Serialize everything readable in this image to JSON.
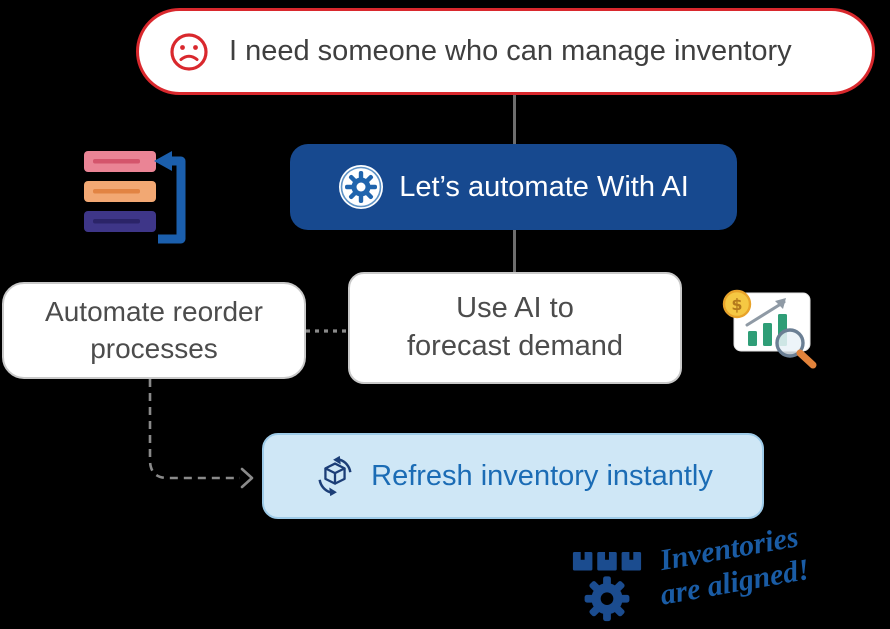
{
  "colors": {
    "background": "#000000",
    "problem_border": "#d9282d",
    "problem_text": "#3f3f3f",
    "solution_bg": "#17498f",
    "solution_text": "#ffffff",
    "node_text": "#4c4c4c",
    "node_border": "#c9c9c9",
    "refresh_bg": "#cfe7f6",
    "refresh_border": "#9ecbe8",
    "refresh_text": "#1b6cb5",
    "handwriting": "#1a5ca5",
    "connector": "#6e6e6e",
    "dashed": "#8a8a8a"
  },
  "nodes": {
    "problem": {
      "text": "I need someone who can manage inventory",
      "icon": "sad-face-icon"
    },
    "solution": {
      "text": "Let’s automate With AI",
      "icon": "ai-gear-icon"
    },
    "reorder": {
      "line1": "Automate reorder",
      "line2": "processes"
    },
    "forecast": {
      "line1": "Use AI to",
      "line2": "forecast demand"
    },
    "refresh": {
      "text": "Refresh inventory instantly",
      "icon": "refresh-box-icon"
    },
    "result": {
      "line1": "Inventories",
      "line2": "are aligned!",
      "icon": "gear-boxes-icon"
    }
  },
  "illustrations": {
    "left": "reorder-list-illustration",
    "right": "forecast-chart-illustration"
  }
}
